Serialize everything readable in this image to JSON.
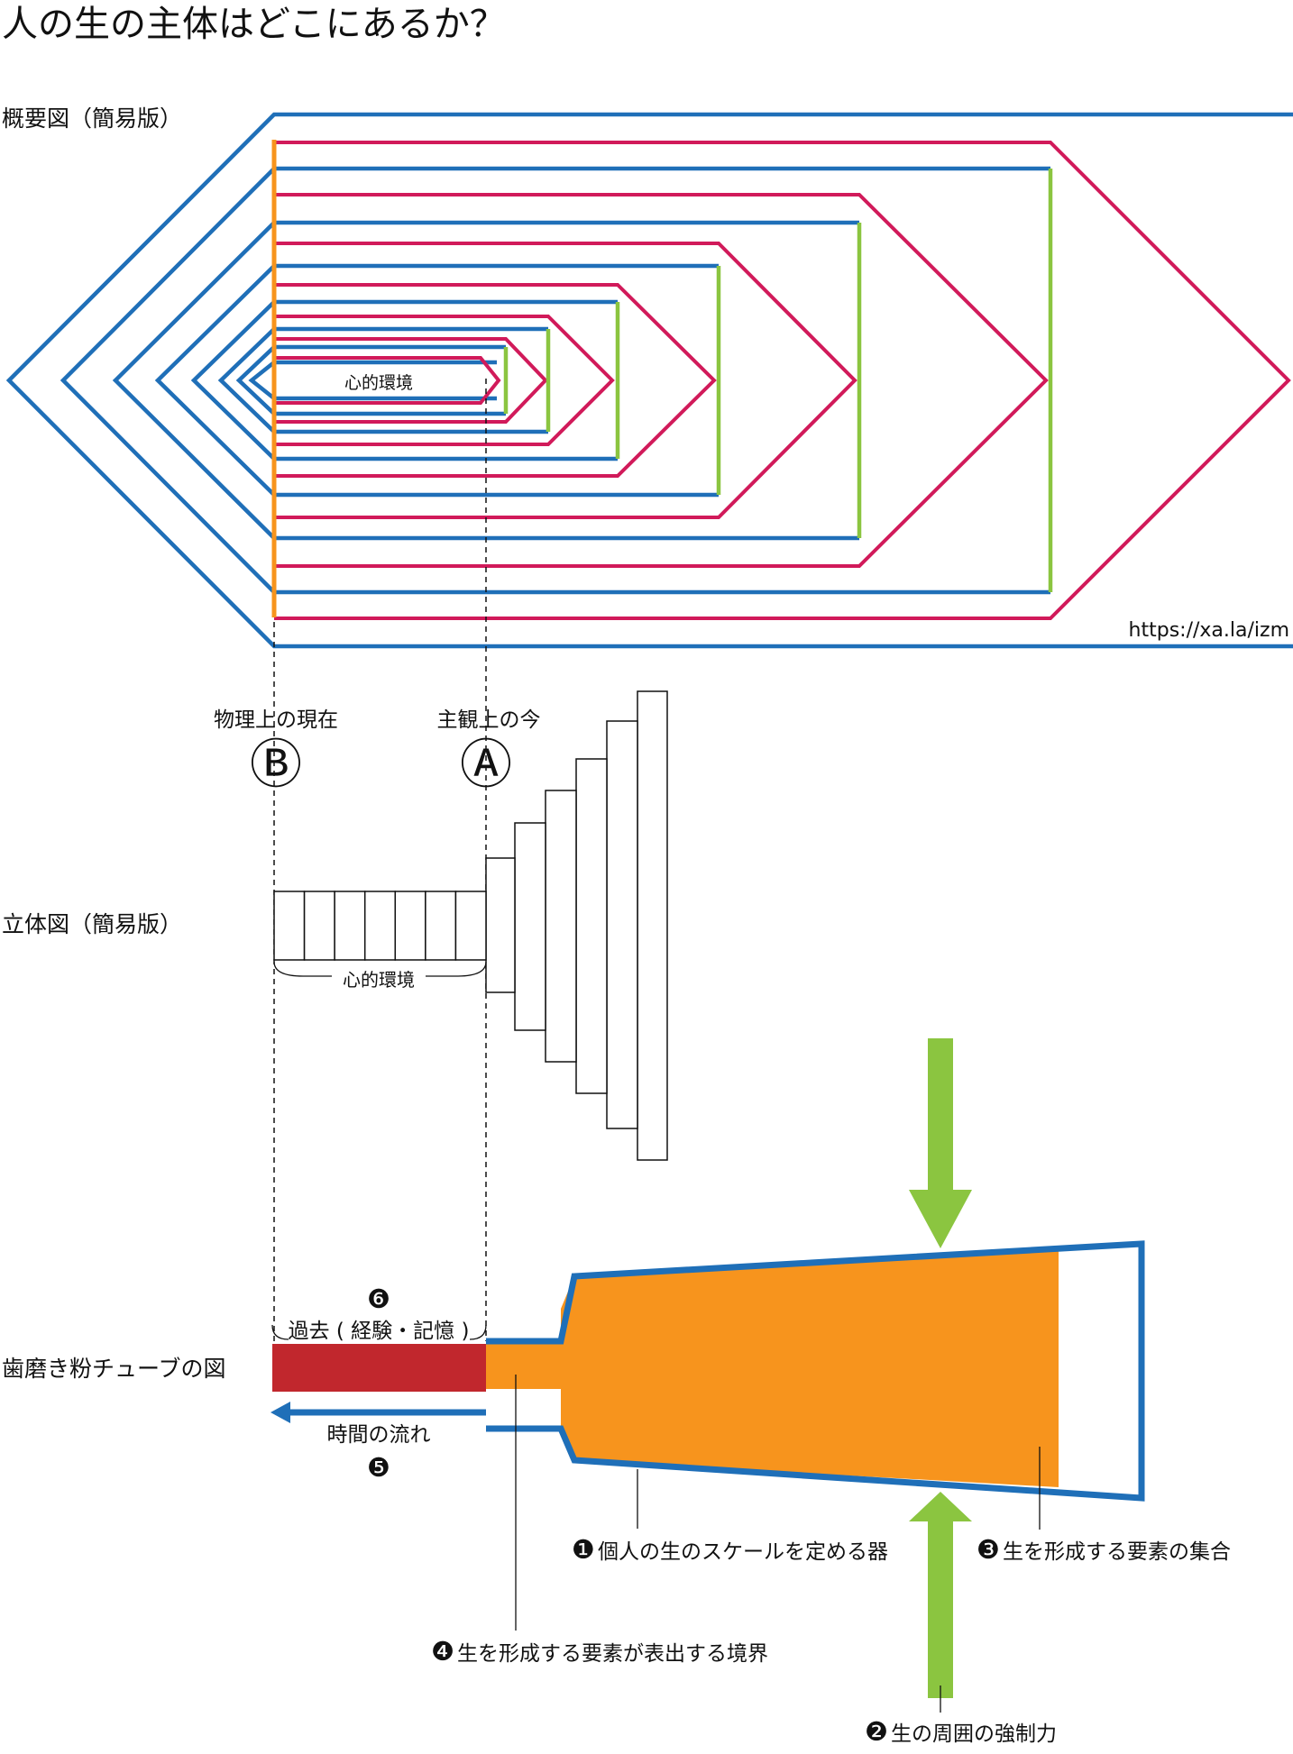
{
  "title": "人の生の主体はどこにあるか？",
  "overview": {
    "label": "概要図（簡易版）",
    "inner_label": "心的環境",
    "url": "https://xa.la/izm"
  },
  "markers": {
    "b_caption": "物理上の現在",
    "b_symbol": "Ⓑ",
    "a_caption": "主観上の今",
    "a_symbol": "Ⓐ"
  },
  "solid": {
    "label": "立体図（簡易版）",
    "env_label": "心的環境"
  },
  "tube": {
    "label": "歯磨き粉チューブの図",
    "past_number": "❻",
    "past_label": "過去 ( 経験・記憶 )",
    "time_label": "時間の流れ",
    "time_number": "❺",
    "ann1_number": "❶",
    "ann1_text": "個人の生のスケールを定める器",
    "ann2_number": "❷",
    "ann2_text": "生の周囲の強制力",
    "ann3_number": "❸",
    "ann3_text": "生を形成する要素の集合",
    "ann4_number": "❹",
    "ann4_text": "生を形成する要素が表出する境界"
  },
  "colors": {
    "blue": "#1f6fb8",
    "magenta": "#d11a5a",
    "green": "#8bc540",
    "orange": "#f7941d",
    "red": "#c1272d",
    "black": "#111111"
  }
}
